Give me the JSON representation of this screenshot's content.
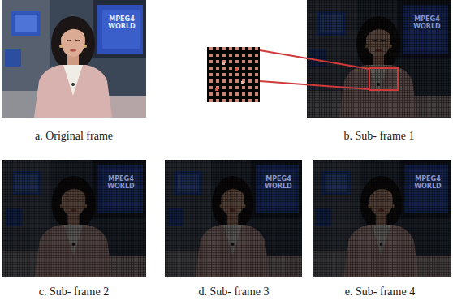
{
  "diagram": {
    "labels": [
      "MPEG4 WORLD",
      "MPEG4 WORLD",
      "a. Original frame",
      "b. Sub- frame 1",
      "MPEG4 WORLD",
      "MPEG4 WORLD",
      "MPEG4 WORLD",
      "c. Sub- frame 2",
      "d. Sub- frame 3",
      "e. Sub- frame 4"
    ]
  }
}
